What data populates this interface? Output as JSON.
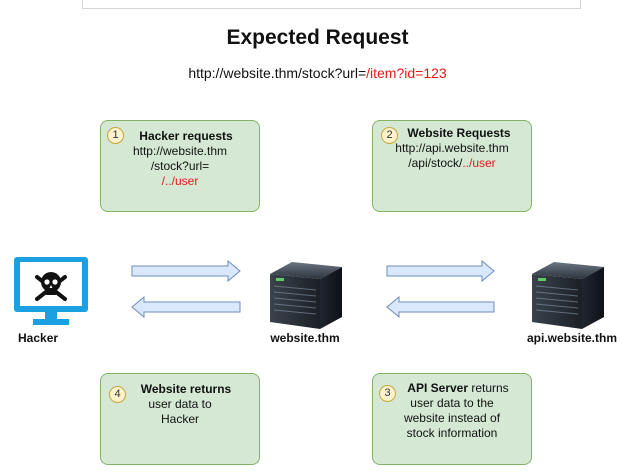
{
  "title": "Expected Request",
  "url": {
    "base": "http://website.thm/stock?url=",
    "param": "/item?id=123"
  },
  "steps": [
    {
      "num": "1",
      "heading": "Hacker requests",
      "lines": [
        "http://website.thm",
        "/stock?url="
      ],
      "red": "/../user"
    },
    {
      "num": "2",
      "heading": "Website Requests",
      "lines": [
        "http://api.website.thm",
        "/api/stock/"
      ],
      "red": "../user"
    },
    {
      "num": "3",
      "heading": "API Server",
      "heading_rest": " returns",
      "lines": [
        "user data to the",
        "website instead of",
        "stock information"
      ]
    },
    {
      "num": "4",
      "heading": "Website returns",
      "lines": [
        "user data to",
        "Hacker"
      ]
    }
  ],
  "nodes": {
    "hacker": "Hacker",
    "website": "website.thm",
    "api": "api.website.thm"
  },
  "icons": {
    "hacker": "skull-monitor-icon",
    "server": "server-icon"
  },
  "colors": {
    "box_fill": "#d5e8d4",
    "box_border": "#82b366",
    "arrow_fill": "#dae8fc",
    "arrow_stroke": "#6c8ebf",
    "monitor": "#1ba1e2",
    "highlight": "#e01b1b"
  }
}
